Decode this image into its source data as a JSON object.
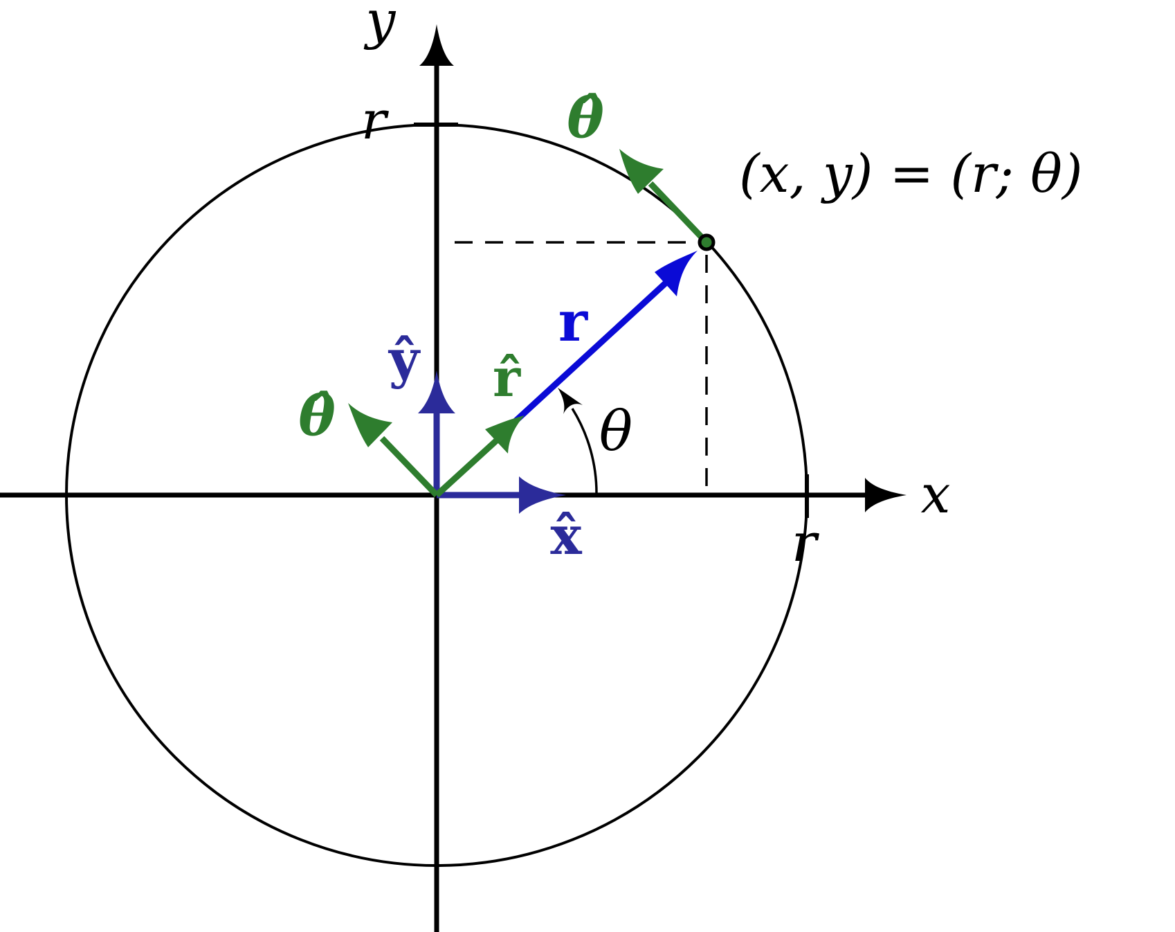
{
  "labels": {
    "x_axis": "x",
    "y_axis": "y",
    "r_tick_x": "r",
    "r_tick_y": "r",
    "point": "(x, y) = (r; θ)",
    "r_vector": "r",
    "angle": "θ",
    "x_hat": "x̂",
    "y_hat": "ŷ",
    "r_hat": "r̂",
    "theta_hat_origin": "θ̂",
    "theta_hat_point": "θ̂"
  },
  "colors": {
    "axis": "#000000",
    "unit_xy": "#2b2b9a",
    "unit_polar": "#2e7d2e",
    "r_vector": "#0a0ad6",
    "circle": "#000000"
  }
}
